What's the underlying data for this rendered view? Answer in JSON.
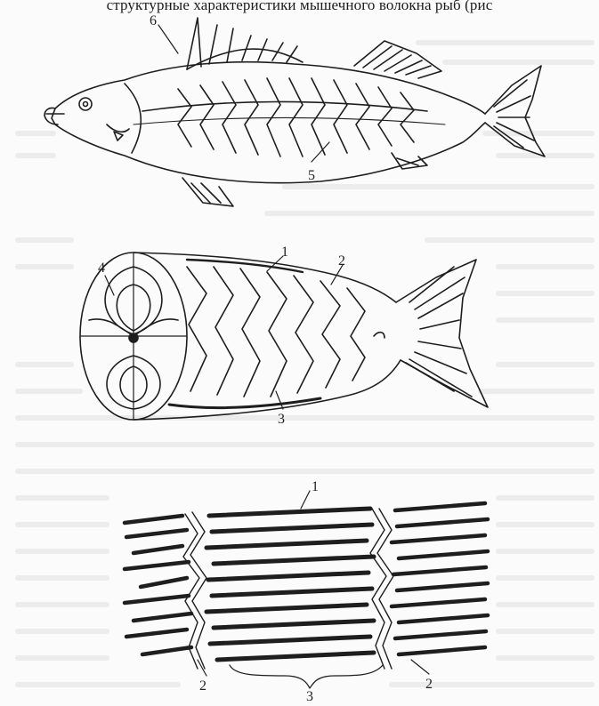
{
  "caption": {
    "text": "структурные характеристики мышечного волокна рыб (рис"
  },
  "figure": {
    "top_fish": {
      "labels": [
        "6",
        "5"
      ]
    },
    "middle_fish": {
      "labels": [
        "4",
        "1",
        "2",
        "3"
      ]
    },
    "muscle_segment": {
      "labels": [
        "1",
        "2",
        "3",
        "2"
      ]
    }
  },
  "colors": {
    "ink": "#1e1e1e",
    "paper": "#fbfbfb"
  }
}
